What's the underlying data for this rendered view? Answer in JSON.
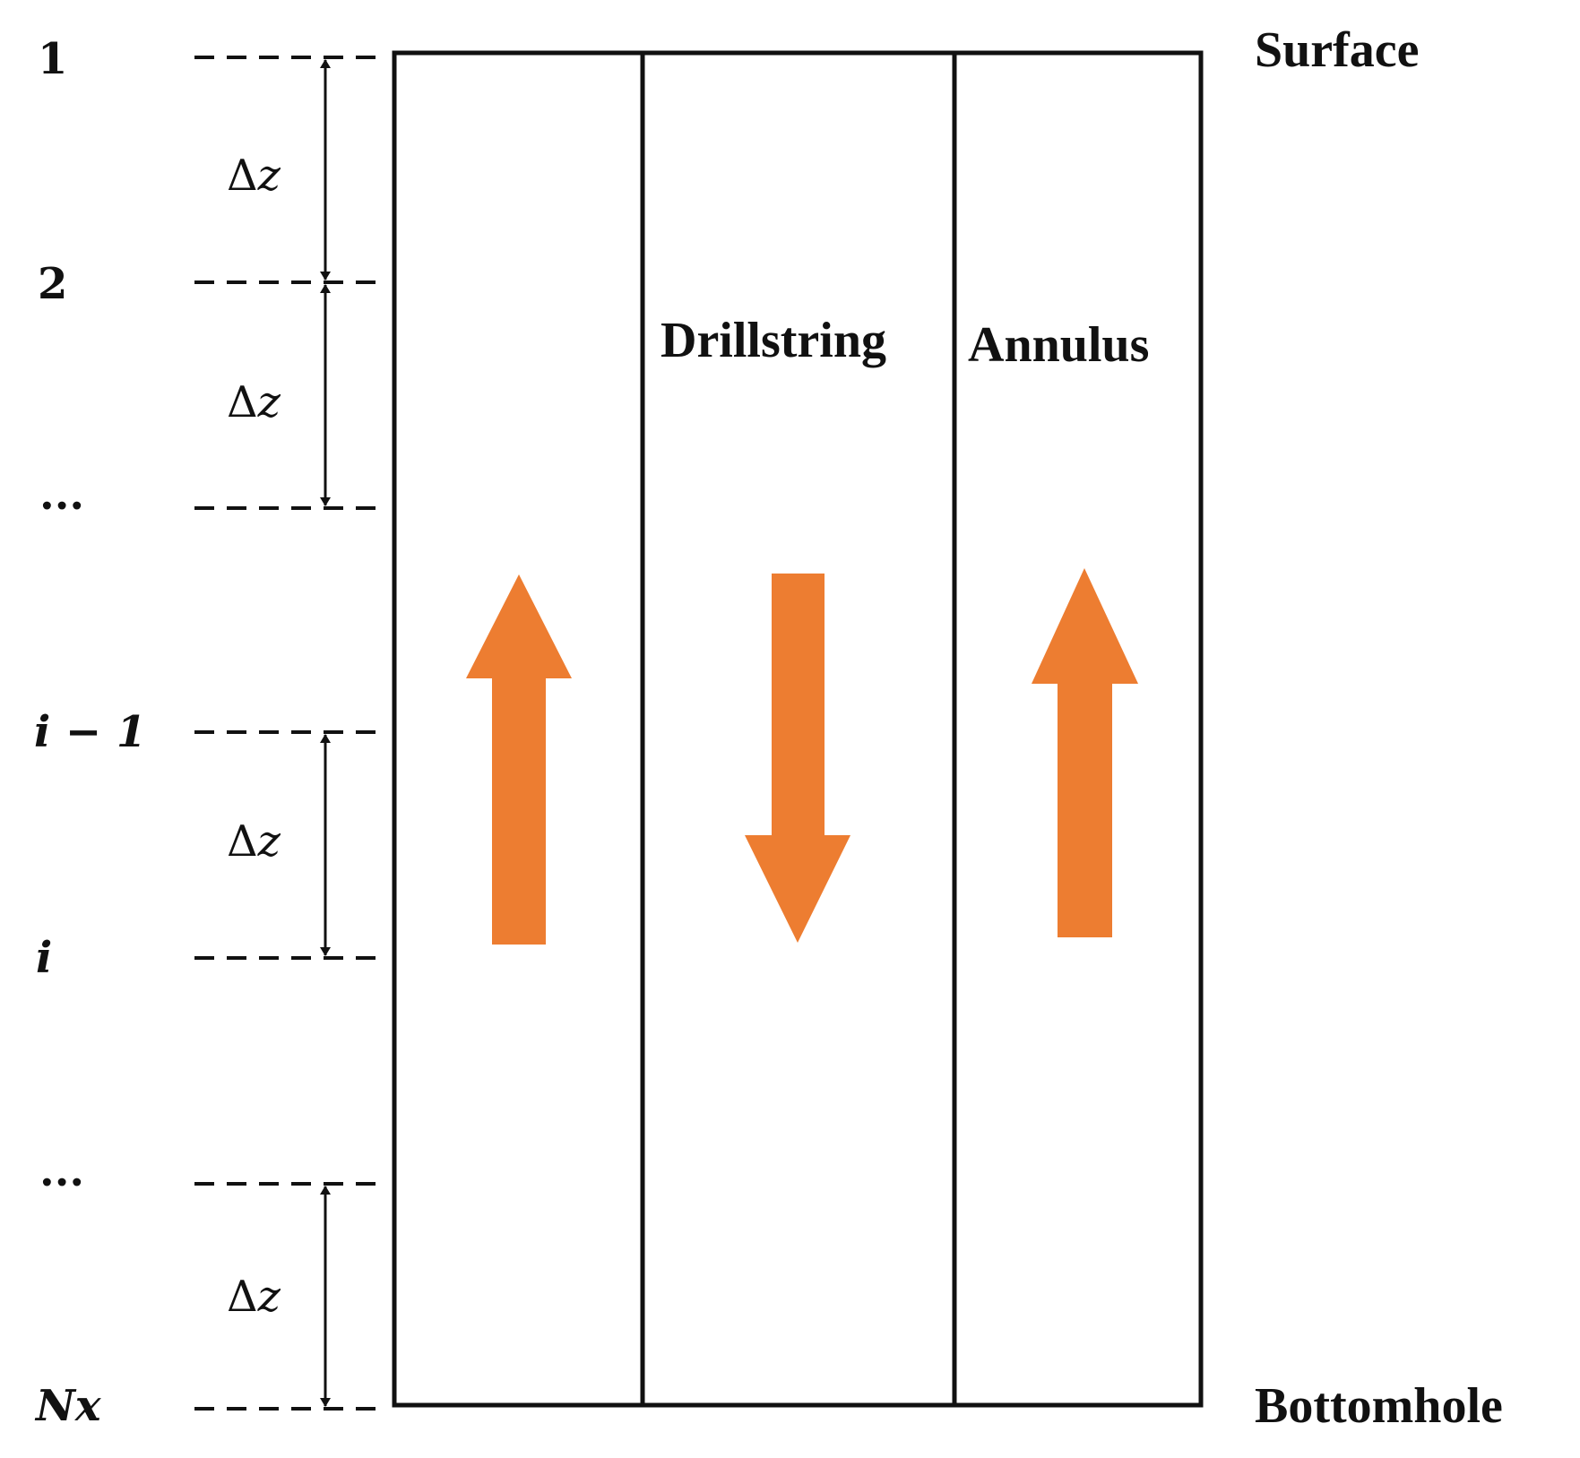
{
  "nodes": {
    "n1": "1",
    "n2": "2",
    "ellipsis_top": "...",
    "n_i_minus_1": "i − 1",
    "n_i": "i",
    "ellipsis_bottom": "...",
    "n_nx": "Nx"
  },
  "spacing": {
    "delta": "Δ",
    "variable": "z"
  },
  "regions": {
    "surface": "Surface",
    "bottomhole": "Bottomhole",
    "drillstring": "Drillstring",
    "annulus": "Annulus"
  },
  "colors": {
    "flow_arrow": "#ED7D31",
    "line": "#111111"
  },
  "flow_arrows": [
    {
      "column": "first",
      "direction": "up"
    },
    {
      "column": "drillstring",
      "direction": "down"
    },
    {
      "column": "annulus",
      "direction": "up"
    }
  ]
}
